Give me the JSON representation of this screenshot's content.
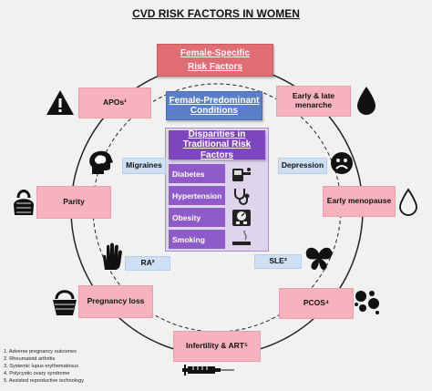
{
  "title": "CVD RISK FACTORS IN WOMEN",
  "female_specific": {
    "title_line1": "Female-Specific",
    "title_line2": "Risk Factors"
  },
  "female_predominant": {
    "title_line1": "Female-Predominant",
    "title_line2": "Conditions"
  },
  "traditional": {
    "title_line1": "Disparities in",
    "title_line2": "Traditional Risk Factors",
    "items": [
      "Diabetes",
      "Hypertension",
      "Obesity",
      "Smoking"
    ]
  },
  "risk_factors": {
    "apos": "APOs¹",
    "early_menarche": "Early & late menarche",
    "parity": "Parity",
    "early_menopause": "Early menopause",
    "pregnancy_loss": "Pregnancy loss",
    "pcos": "PCOS⁴",
    "infertility": "Infertility & ART⁵"
  },
  "conditions": {
    "migraines": "Migraines",
    "depression": "Depression",
    "ra": "RA²",
    "sle": "SLE³"
  },
  "footnotes": [
    "1. Adverse pregnancy outcomes",
    "2. Rheumatoid arthritis",
    "3. Systemic lupus erythematosus",
    "4. Polycystic ovary syndrome",
    "5. Assisted reproductive technology"
  ],
  "colors": {
    "pink": "#f6b3be",
    "red_header": "#e06d73",
    "blue_header": "#5b7fc6",
    "light_blue": "#cfe0f5",
    "purple_header": "#7e46bd",
    "purple_row": "#8e5bc8",
    "purple_panel": "#ded5ec"
  },
  "icons": [
    "warning-icon",
    "water-drop-icon",
    "head-brain-icon",
    "sad-face-icon",
    "kettlebell-icon",
    "drop-outline-icon",
    "hand-icon",
    "butterfly-icon",
    "basket-icon",
    "cells-icon",
    "syringe-icon",
    "glucose-meter-icon",
    "stethoscope-icon",
    "scale-icon",
    "cigarette-icon"
  ]
}
